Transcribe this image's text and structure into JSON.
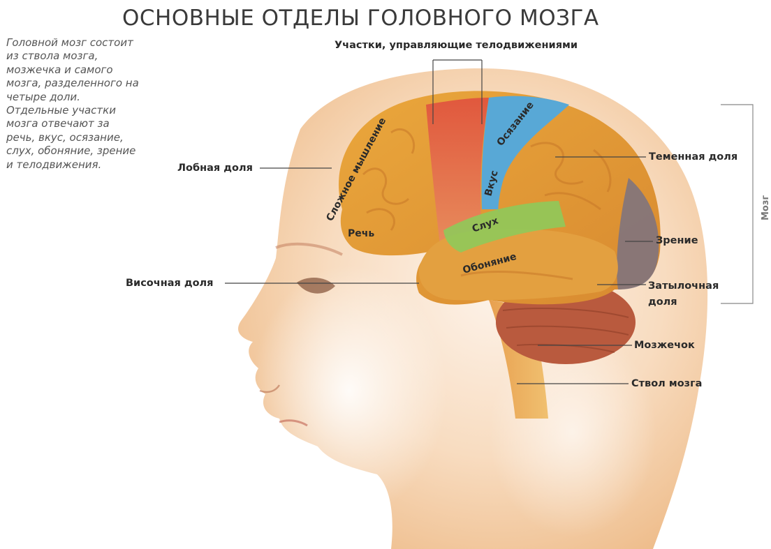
{
  "title": "ОСНОВНЫЕ ОТДЕЛЫ ГОЛОВНОГО МОЗГА",
  "intro_lines": [
    "Головной мозг состоит",
    "из ствола мозга,",
    "мозжечка и самого",
    "мозга, разделенного на",
    "четыре доли.",
    "Отдельные участки",
    "мозга отвечают за",
    "речь, вкус, осязание,",
    "слух, обоняние, зрение",
    "и телодвижения."
  ],
  "labels": {
    "motor": "Участки, управляющие телодвижениями",
    "frontal": "Лобная доля",
    "parietal": "Теменная доля",
    "vision": "Зрение",
    "occipital_1": "Затылочная",
    "occipital_2": "доля",
    "temporal": "Височная доля",
    "cerebellum": "Мозжечок",
    "brainstem": "Ствол мозга",
    "brain": "Мозг"
  },
  "region_labels": {
    "complex_thinking": "Сложное мышление",
    "touch": "Осязание",
    "taste": "Вкус",
    "speech": "Речь",
    "hearing": "Слух",
    "smell": "Обоняние"
  },
  "colors": {
    "skin": "#f6cfa8",
    "brain_orange": "#e8a23a",
    "frontal_red": "#e0604a",
    "touch_blue": "#5aa9d8",
    "hearing_green": "#8cc85a",
    "occipital_gray": "#7a7280",
    "cerebellum": "#b85a40"
  }
}
